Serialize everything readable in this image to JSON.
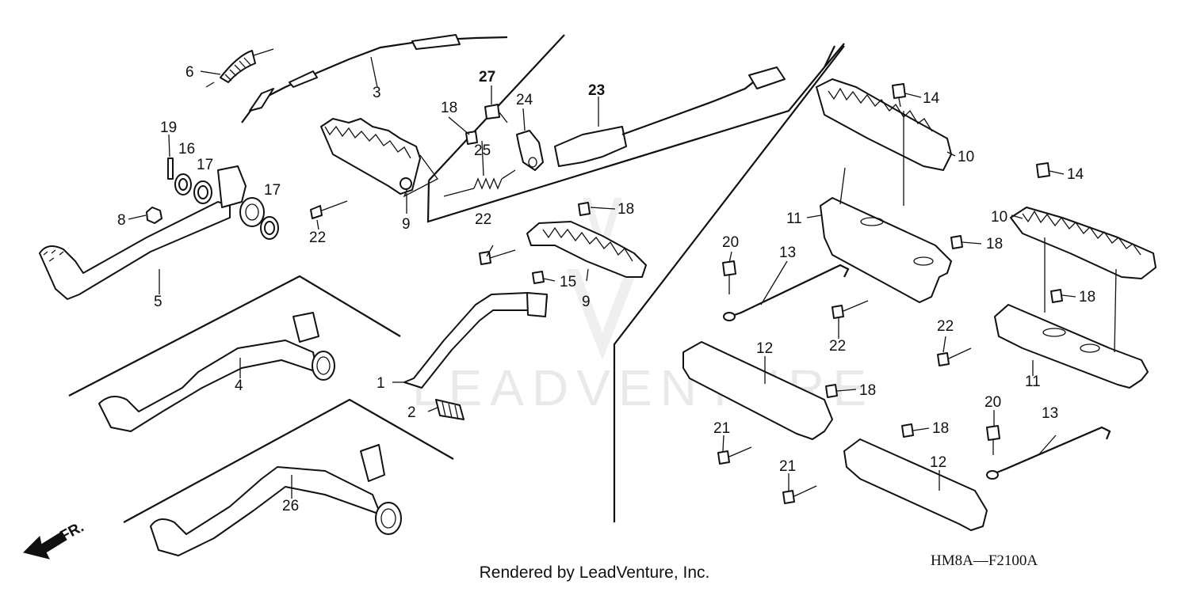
{
  "watermark": "LEADVENTURE",
  "diagram_code": "HM8A—F2100A",
  "front_marker": "FR.",
  "credit": "Rendered by LeadVenture, Inc.",
  "callouts": {
    "c1": "1",
    "c2": "2",
    "c3": "3",
    "c4": "4",
    "c5": "5",
    "c6": "6",
    "c8": "8",
    "c9a": "9",
    "c9b": "9",
    "c10a": "10",
    "c10b": "10",
    "c11a": "11",
    "c11b": "11",
    "c12a": "12",
    "c12b": "12",
    "c13a": "13",
    "c13b": "13",
    "c14a": "14",
    "c14b": "14",
    "c15": "15",
    "c16": "16",
    "c17a": "17",
    "c17b": "17",
    "c18a": "18",
    "c18b": "18",
    "c18c": "18",
    "c18d": "18",
    "c18e": "18",
    "c18f": "18",
    "c19": "19",
    "c20a": "20",
    "c20b": "20",
    "c21a": "21",
    "c21b": "21",
    "c22a": "22",
    "c22b": "22",
    "c22c": "22",
    "c22d": "22",
    "c23": "23",
    "c24": "24",
    "c25": "25",
    "c26": "26",
    "c27": "27"
  }
}
